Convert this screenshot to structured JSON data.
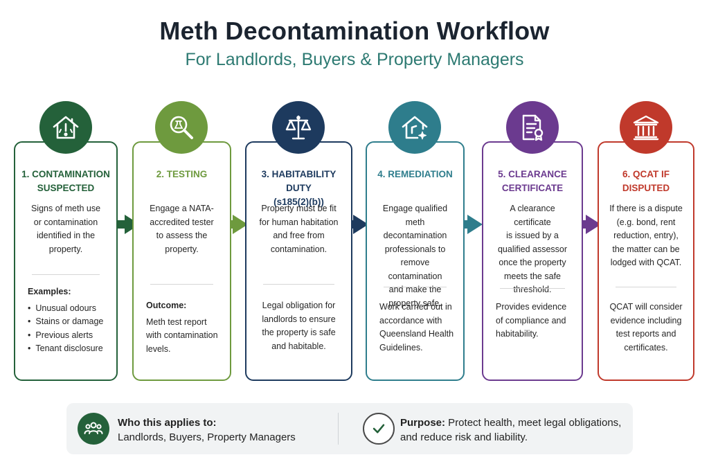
{
  "header": {
    "title": "Meth Decontamination Workflow",
    "subtitle": "For Landlords, Buyers & Property Managers"
  },
  "colors": {
    "step1": "#24613a",
    "step2": "#6e9a3e",
    "step3": "#1d3a5e",
    "step4": "#2e7d8c",
    "step5": "#6b3a8f",
    "step6": "#c0392b"
  },
  "steps": [
    {
      "title_line1": "1. CONTAMINATION",
      "title_line2": "SUSPECTED",
      "icon": "house-alert-icon",
      "body": [
        "Signs of meth use",
        "or contamination",
        "identified in the",
        "property."
      ],
      "foot_heading": "Examples:",
      "foot_list": [
        "Unusual odours",
        "Stains or damage",
        "Previous alerts",
        "Tenant disclosure"
      ]
    },
    {
      "title_line1": "2. TESTING",
      "icon": "magnifier-test-icon",
      "body": [
        "Engage a NATA-",
        "accredited tester",
        "to assess the",
        "property."
      ],
      "foot_heading": "Outcome:",
      "foot_lines": [
        "Meth test report",
        "with contamination",
        "levels."
      ]
    },
    {
      "title_line1": "3. HABITABILITY DUTY",
      "title_line2": "(s185(2)(b))",
      "icon": "scales-icon",
      "body": [
        "Property must be fit",
        "for human habitation",
        "and free from",
        "contamination."
      ],
      "foot_lines": [
        "Legal obligation for",
        "landlords to ensure",
        "the property is safe",
        "and habitable."
      ]
    },
    {
      "title_line1": "4. REMEDIATION",
      "icon": "house-clean-icon",
      "body": [
        "Engage qualified",
        "meth decontamination",
        "professionals to",
        "remove contamination",
        "and make the",
        "property safe."
      ],
      "foot_lines": [
        "Work carried out in",
        "accordance with",
        "Queensland Health",
        "Guidelines."
      ]
    },
    {
      "title_line1": "5. CLEARANCE",
      "title_line2": "CERTIFICATE",
      "icon": "certificate-icon",
      "body": [
        "A clearance certificate",
        "is issued by a",
        "qualified assessor",
        "once the property",
        "meets the safe",
        "threshold."
      ],
      "foot_lines": [
        "Provides evidence",
        "of compliance and",
        "habitability."
      ]
    },
    {
      "title_line1": "6. QCAT IF",
      "title_line2": "DISPUTED",
      "icon": "courthouse-icon",
      "body": [
        "If there is a dispute",
        "(e.g. bond, rent",
        "reduction, entry),",
        "the matter can be",
        "lodged with QCAT."
      ],
      "foot_lines": [
        "QCAT will consider",
        "evidence including",
        "test reports and",
        "certificates."
      ]
    }
  ],
  "bottom": {
    "applies_label": "Who this applies to:",
    "applies_value": "Landlords, Buyers, Property Managers",
    "purpose_label": "Purpose:",
    "purpose_line1": " Protect health, meet legal obligations,",
    "purpose_line2": "and reduce risk and liability."
  }
}
